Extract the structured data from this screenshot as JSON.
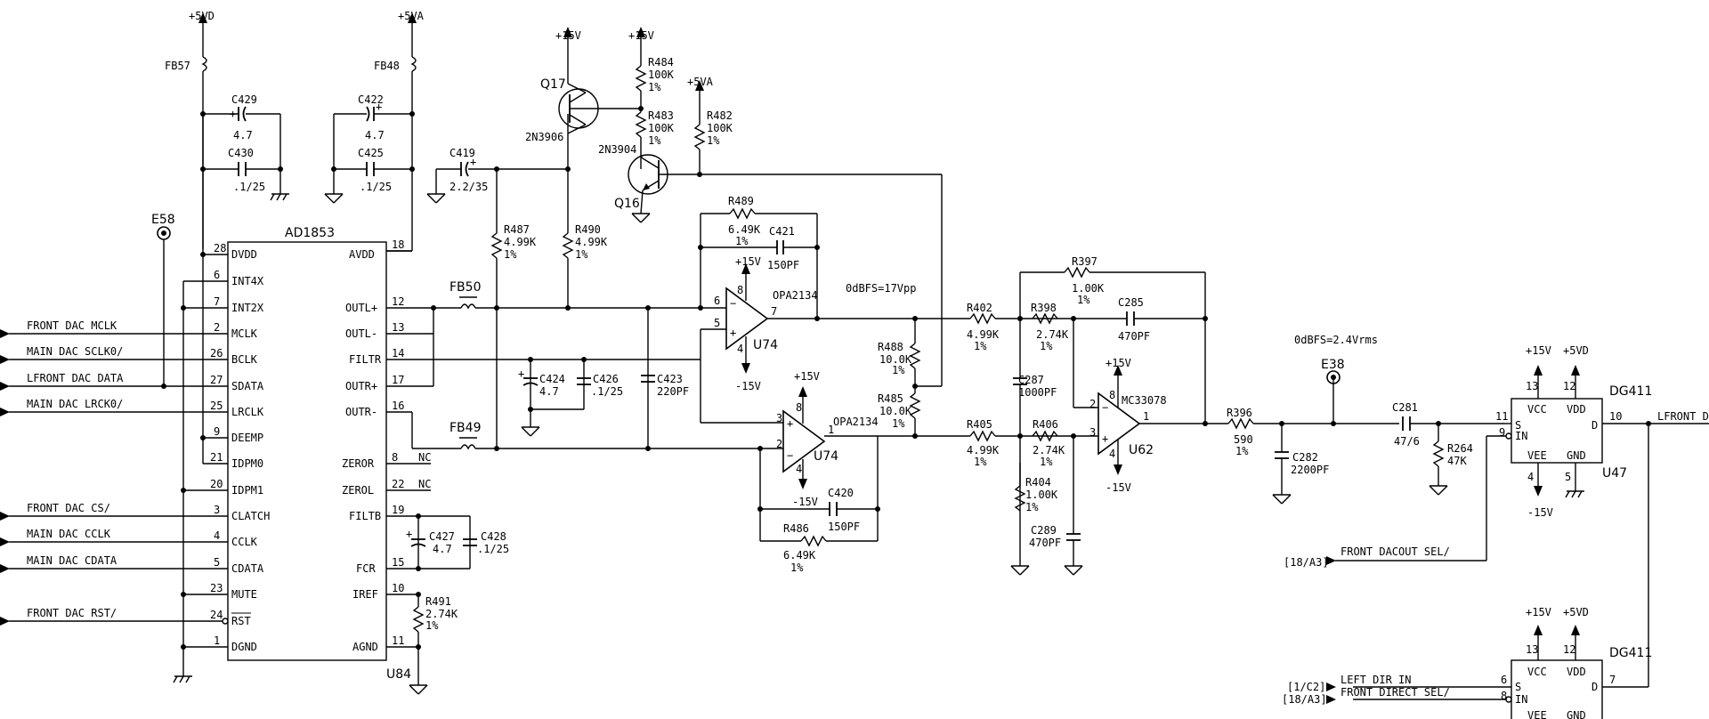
{
  "colors": {
    "ink": "#000000",
    "paper": "#ffffff"
  },
  "power": {
    "p5vd": "+5VD",
    "p5va": "+5VA",
    "p15": "+15V",
    "m15": "-15V"
  },
  "ferrites": {
    "fb57": "FB57",
    "fb48": "FB48",
    "fb50": "FB50",
    "fb49": "FB49"
  },
  "caps": {
    "c429": {
      "ref": "C429",
      "val": "4.7"
    },
    "c430": {
      "ref": "C430",
      "val": ".1/25"
    },
    "c422": {
      "ref": "C422",
      "val": "4.7"
    },
    "c425": {
      "ref": "C425",
      "val": ".1/25"
    },
    "c419": {
      "ref": "C419",
      "val": "2.2/35"
    },
    "c421": {
      "ref": "C421",
      "val": "150PF"
    },
    "c424": {
      "ref": "C424",
      "val": "4.7"
    },
    "c426": {
      "ref": "C426",
      "val": ".1/25"
    },
    "c423": {
      "ref": "C423",
      "val": "220PF"
    },
    "c420": {
      "ref": "C420",
      "val": "150PF"
    },
    "c427": {
      "ref": "C427",
      "val": "4.7"
    },
    "c428": {
      "ref": "C428",
      "val": ".1/25"
    },
    "c287": {
      "ref": "C287",
      "val": "1000PF"
    },
    "c289": {
      "ref": "C289",
      "val": "470PF"
    },
    "c285": {
      "ref": "C285",
      "val": "470PF"
    },
    "c282": {
      "ref": "C282",
      "val": "2200PF"
    },
    "c281": {
      "ref": "C281",
      "val": "47/6"
    }
  },
  "resistors": {
    "r484": {
      "ref": "R484",
      "val": "100K",
      "tol": "1%"
    },
    "r483": {
      "ref": "R483",
      "val": "100K",
      "tol": "1%"
    },
    "r482": {
      "ref": "R482",
      "val": "100K",
      "tol": "1%"
    },
    "r487": {
      "ref": "R487",
      "val": "4.99K",
      "tol": "1%"
    },
    "r490": {
      "ref": "R490",
      "val": "4.99K",
      "tol": "1%"
    },
    "r489": {
      "ref": "R489",
      "val": "6.49K",
      "tol": "1%"
    },
    "r486": {
      "ref": "R486",
      "val": "6.49K",
      "tol": "1%"
    },
    "r488": {
      "ref": "R488",
      "val": "10.0K",
      "tol": "1%"
    },
    "r485": {
      "ref": "R485",
      "val": "10.0K",
      "tol": "1%"
    },
    "r491": {
      "ref": "R491",
      "val": "2.74K",
      "tol": "1%"
    },
    "r402": {
      "ref": "R402",
      "val": "4.99K",
      "tol": "1%"
    },
    "r405": {
      "ref": "R405",
      "val": "4.99K",
      "tol": "1%"
    },
    "r398": {
      "ref": "R398",
      "val": "2.74K",
      "tol": "1%"
    },
    "r406": {
      "ref": "R406",
      "val": "2.74K",
      "tol": "1%"
    },
    "r404": {
      "ref": "R404",
      "val": "1.00K",
      "tol": "1%"
    },
    "r397": {
      "ref": "R397",
      "val": "1.00K",
      "tol": "1%"
    },
    "r396": {
      "ref": "R396",
      "val": "590",
      "tol": "1%"
    },
    "r264": {
      "ref": "R264",
      "val": "47K"
    }
  },
  "transistors": {
    "q17": {
      "ref": "Q17",
      "part": "2N3906"
    },
    "q16": {
      "ref": "Q16",
      "part": "2N3904"
    }
  },
  "testpoints": {
    "e58": "E58",
    "e38": "E38"
  },
  "dac": {
    "part": "AD1853",
    "ref": "U84",
    "left_pins": [
      {
        "name": "DVDD",
        "num": "28"
      },
      {
        "name": "INT4X",
        "num": "6"
      },
      {
        "name": "INT2X",
        "num": "7"
      },
      {
        "name": "MCLK",
        "num": "2"
      },
      {
        "name": "BCLK",
        "num": "26"
      },
      {
        "name": "SDATA",
        "num": "27"
      },
      {
        "name": "LRCLK",
        "num": "25"
      },
      {
        "name": "DEEMP",
        "num": "9"
      },
      {
        "name": "IDPM0",
        "num": "21"
      },
      {
        "name": "IDPM1",
        "num": "20"
      },
      {
        "name": "CLATCH",
        "num": "3"
      },
      {
        "name": "CCLK",
        "num": "4"
      },
      {
        "name": "CDATA",
        "num": "5"
      },
      {
        "name": "MUTE",
        "num": "23"
      },
      {
        "name": "RST",
        "num": "24"
      },
      {
        "name": "DGND",
        "num": "1"
      }
    ],
    "right_pins": [
      {
        "name": "AVDD",
        "num": "18"
      },
      {
        "name": "OUTL+",
        "num": "12"
      },
      {
        "name": "OUTL-",
        "num": "13"
      },
      {
        "name": "FILTR",
        "num": "14"
      },
      {
        "name": "OUTR+",
        "num": "17"
      },
      {
        "name": "OUTR-",
        "num": "16"
      },
      {
        "name": "ZEROR",
        "num": "8"
      },
      {
        "name": "ZEROL",
        "num": "22"
      },
      {
        "name": "FILTB",
        "num": "19"
      },
      {
        "name": "FCR",
        "num": "15"
      },
      {
        "name": "IREF",
        "num": "10"
      },
      {
        "name": "AGND",
        "num": "11"
      }
    ],
    "nc": "NC"
  },
  "signals": [
    "FRONT DAC MCLK",
    "MAIN DAC SCLK0/",
    "LFRONT DAC DATA",
    "MAIN DAC LRCK0/",
    "FRONT DAC CS/",
    "MAIN DAC CCLK",
    "MAIN DAC CDATA",
    "FRONT DAC RST/"
  ],
  "opamps": {
    "u74a": {
      "part": "OPA2134",
      "ref": "U74",
      "pins": {
        "p6": "6",
        "p5": "5",
        "p7": "7",
        "p8": "8",
        "p4": "4"
      }
    },
    "u74b": {
      "part": "OPA2134",
      "ref": "U74",
      "pins": {
        "p3": "3",
        "p2": "2",
        "p1": "1",
        "p8": "8",
        "p4": "4"
      }
    },
    "u62": {
      "part": "MC33078",
      "ref": "U62",
      "pins": {
        "p2": "2",
        "p3": "3",
        "p1": "1",
        "p8": "8",
        "p4": "4"
      }
    }
  },
  "annotations": {
    "lvl1": "0dBFS=17Vpp",
    "lvl2": "0dBFS=2.4Vrms"
  },
  "sw1": {
    "part": "DG411",
    "ref": "U47",
    "pins": {
      "vcc": "VCC",
      "vdd": "VDD",
      "vee": "VEE",
      "gnd": "GND",
      "s": "S",
      "in": "IN",
      "d": "D"
    },
    "nums": {
      "n13": "13",
      "n12": "12",
      "n11": "11",
      "n9": "9",
      "n10": "10",
      "n4": "4",
      "n5": "5"
    },
    "out_label": "LFRONT D",
    "sel_ref": "[18/A3]",
    "sel_label": "FRONT DACOUT SEL/"
  },
  "sw2": {
    "part": "DG411",
    "pins": {
      "vcc": "VCC",
      "vdd": "VDD",
      "vee": "VEE",
      "gnd": "GND",
      "s": "S",
      "in": "IN",
      "d": "D"
    },
    "nums": {
      "n13": "13",
      "n12": "12",
      "n6": "6",
      "n8": "8",
      "n7": "7"
    },
    "in1_ref": "[1/C2]",
    "in1_label": "LEFT DIR IN",
    "in2_ref": "[18/A3]",
    "in2_label": "FRONT DIRECT SEL/"
  }
}
